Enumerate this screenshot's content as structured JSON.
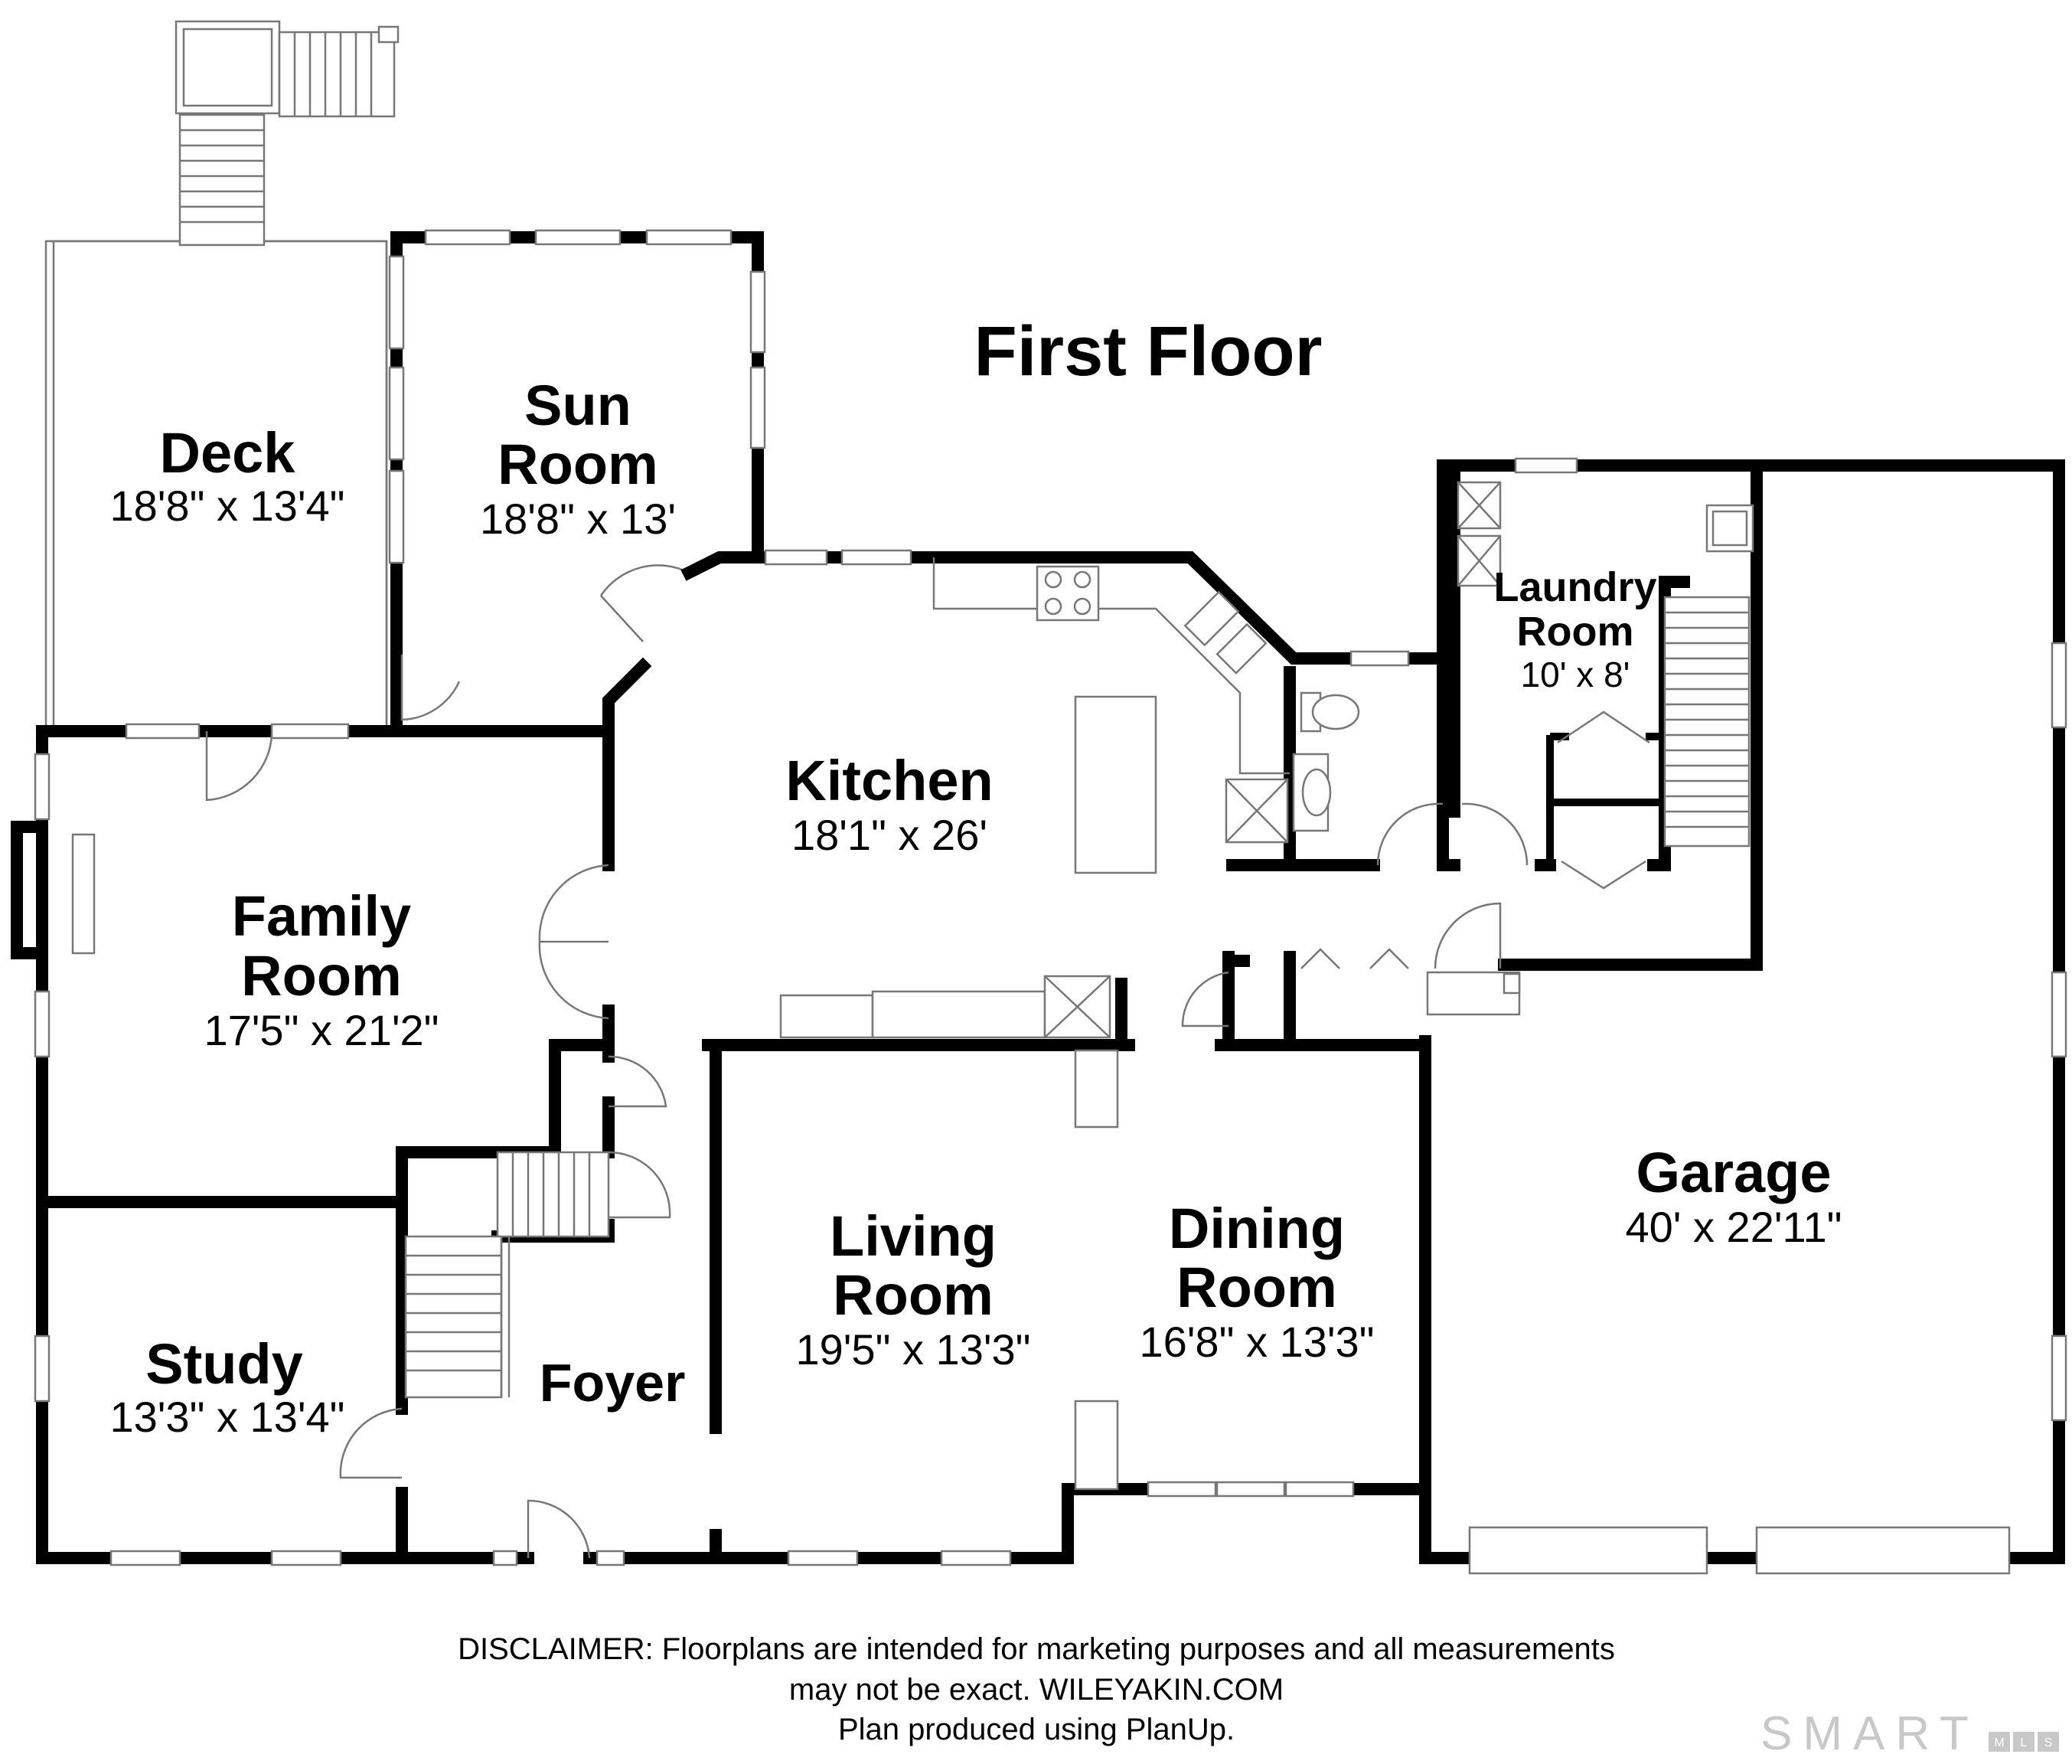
{
  "floor_title": "First Floor",
  "rooms": [
    {
      "id": "deck",
      "name_lines": [
        "Deck"
      ],
      "dimensions": "18'8\" x 13'4\""
    },
    {
      "id": "sun-room",
      "name_lines": [
        "Sun",
        "Room"
      ],
      "dimensions": "18'8\" x 13'"
    },
    {
      "id": "kitchen",
      "name_lines": [
        "Kitchen"
      ],
      "dimensions": "18'1\" x 26'"
    },
    {
      "id": "laundry-room",
      "name_lines": [
        "Laundry",
        "Room"
      ],
      "dimensions": "10' x 8'"
    },
    {
      "id": "family-room",
      "name_lines": [
        "Family",
        "Room"
      ],
      "dimensions": "17'5\" x 21'2\""
    },
    {
      "id": "living-room",
      "name_lines": [
        "Living",
        "Room"
      ],
      "dimensions": "19'5\" x 13'3\""
    },
    {
      "id": "dining-room",
      "name_lines": [
        "Dining",
        "Room"
      ],
      "dimensions": "16'8\" x 13'3\""
    },
    {
      "id": "garage",
      "name_lines": [
        "Garage"
      ],
      "dimensions": "40' x 22'11\""
    },
    {
      "id": "study",
      "name_lines": [
        "Study"
      ],
      "dimensions": "13'3\" x 13'4\""
    },
    {
      "id": "foyer",
      "name_lines": [
        "Foyer"
      ],
      "dimensions": ""
    }
  ],
  "disclaimer": [
    "DISCLAIMER: Floorplans are intended for marketing purposes and all measurements",
    "may not be exact. WILEYAKIN.COM",
    "Plan produced using PlanUp."
  ],
  "branding": {
    "logo_text": "SMART",
    "logo_suffix": [
      "M",
      "L",
      "S"
    ]
  }
}
